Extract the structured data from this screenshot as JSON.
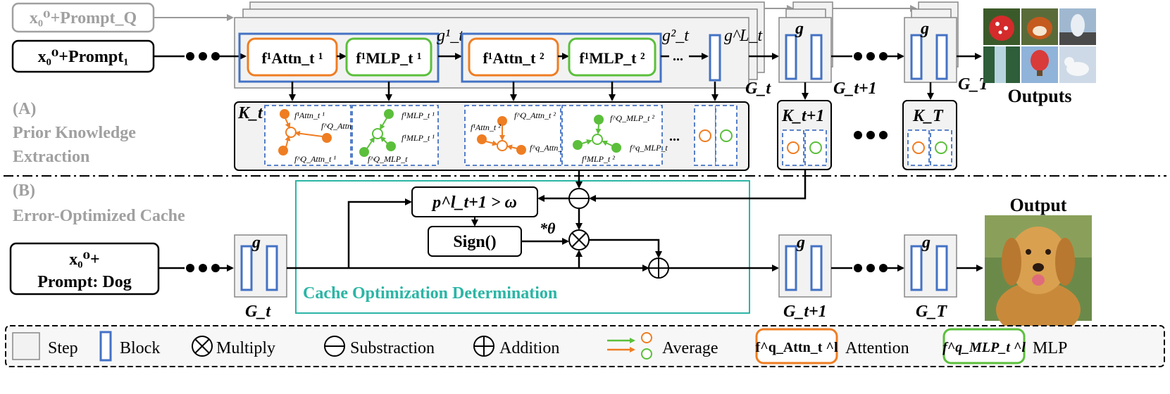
{
  "inputs": {
    "prompt_q": "x₀⁰+Prompt_Q",
    "prompt_1": "x₀⁰+Prompt₁",
    "prompt_dog_line1": "x₀⁰+",
    "prompt_dog_line2": "Prompt: Dog"
  },
  "blocks": {
    "attn1": "f¹Attn_t ¹",
    "mlp1": "f¹MLP_t ¹",
    "attn2": "f¹Attn_t ²",
    "mlp2": "f¹MLP_t ²"
  },
  "labels": {
    "g_t_1": "g¹_t",
    "g_t_2": "g²_t",
    "g_t_L": "g^L_t",
    "g": "g",
    "G_t": "G_t",
    "G_t1": "G_t+1",
    "G_T": "G_T",
    "K_t": "K_t",
    "K_t1": "K_t+1",
    "K_T": "K_T",
    "ellipsis": "...",
    "outputs": "Outputs",
    "output": "Output"
  },
  "sections": {
    "a_tag": "(A)",
    "a_title_1": "Prior Knowledge",
    "a_title_2": "Extraction",
    "b_tag": "(B)",
    "b_title": "Error-Optimized Cache"
  },
  "cache_box": {
    "title": "Cache Optimization Determination",
    "threshold": "p^l_t+1 > ω",
    "sign": "Sign()",
    "theta": "*θ"
  },
  "legend": [
    {
      "key": "step",
      "label": "Step"
    },
    {
      "key": "block",
      "label": "Block"
    },
    {
      "key": "multiply",
      "label": "Multiply"
    },
    {
      "key": "subtract",
      "label": "Substraction"
    },
    {
      "key": "add",
      "label": "Addition"
    },
    {
      "key": "average",
      "label": "Average"
    },
    {
      "key": "attention",
      "label": "Attention"
    },
    {
      "key": "mlp",
      "label": "MLP"
    }
  ],
  "colors": {
    "orange": "#ef7d22",
    "green": "#5bbf3b",
    "blue": "#4472c4",
    "teal": "#2bb5a5",
    "gray": "#a0a0a0"
  }
}
